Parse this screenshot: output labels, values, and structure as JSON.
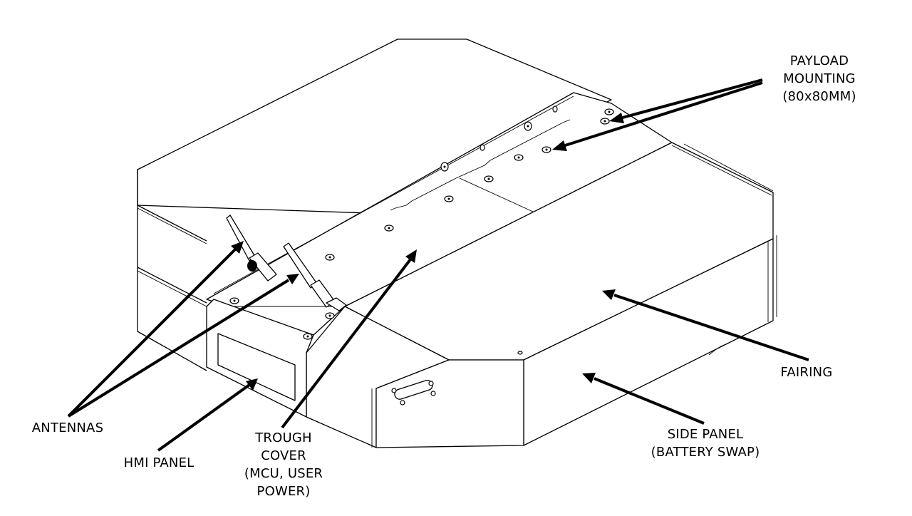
{
  "diagram": {
    "subject": "Robot base isometric line drawing",
    "background_color": "#ffffff",
    "line_color": "#000000",
    "labels": {
      "payload_mounting": "PAYLOAD\nMOUNTING\n(80x80MM)",
      "fairing": "FAIRING",
      "side_panel": "SIDE PANEL\n(BATTERY SWAP)",
      "antennas": "ANTENNAS",
      "hmi_panel": "HMI PANEL",
      "trough_cover": "TROUGH\nCOVER\n(MCU, USER\nPOWER)"
    },
    "callouts": [
      {
        "label": "PAYLOAD MOUNTING (80x80MM)",
        "arrow_count": 2
      },
      {
        "label": "FAIRING",
        "arrow_count": 1
      },
      {
        "label": "SIDE PANEL (BATTERY SWAP)",
        "arrow_count": 1
      },
      {
        "label": "ANTENNAS",
        "arrow_count": 2
      },
      {
        "label": "HMI PANEL",
        "arrow_count": 1
      },
      {
        "label": "TROUGH COVER (MCU, USER POWER)",
        "arrow_count": 1
      }
    ]
  }
}
